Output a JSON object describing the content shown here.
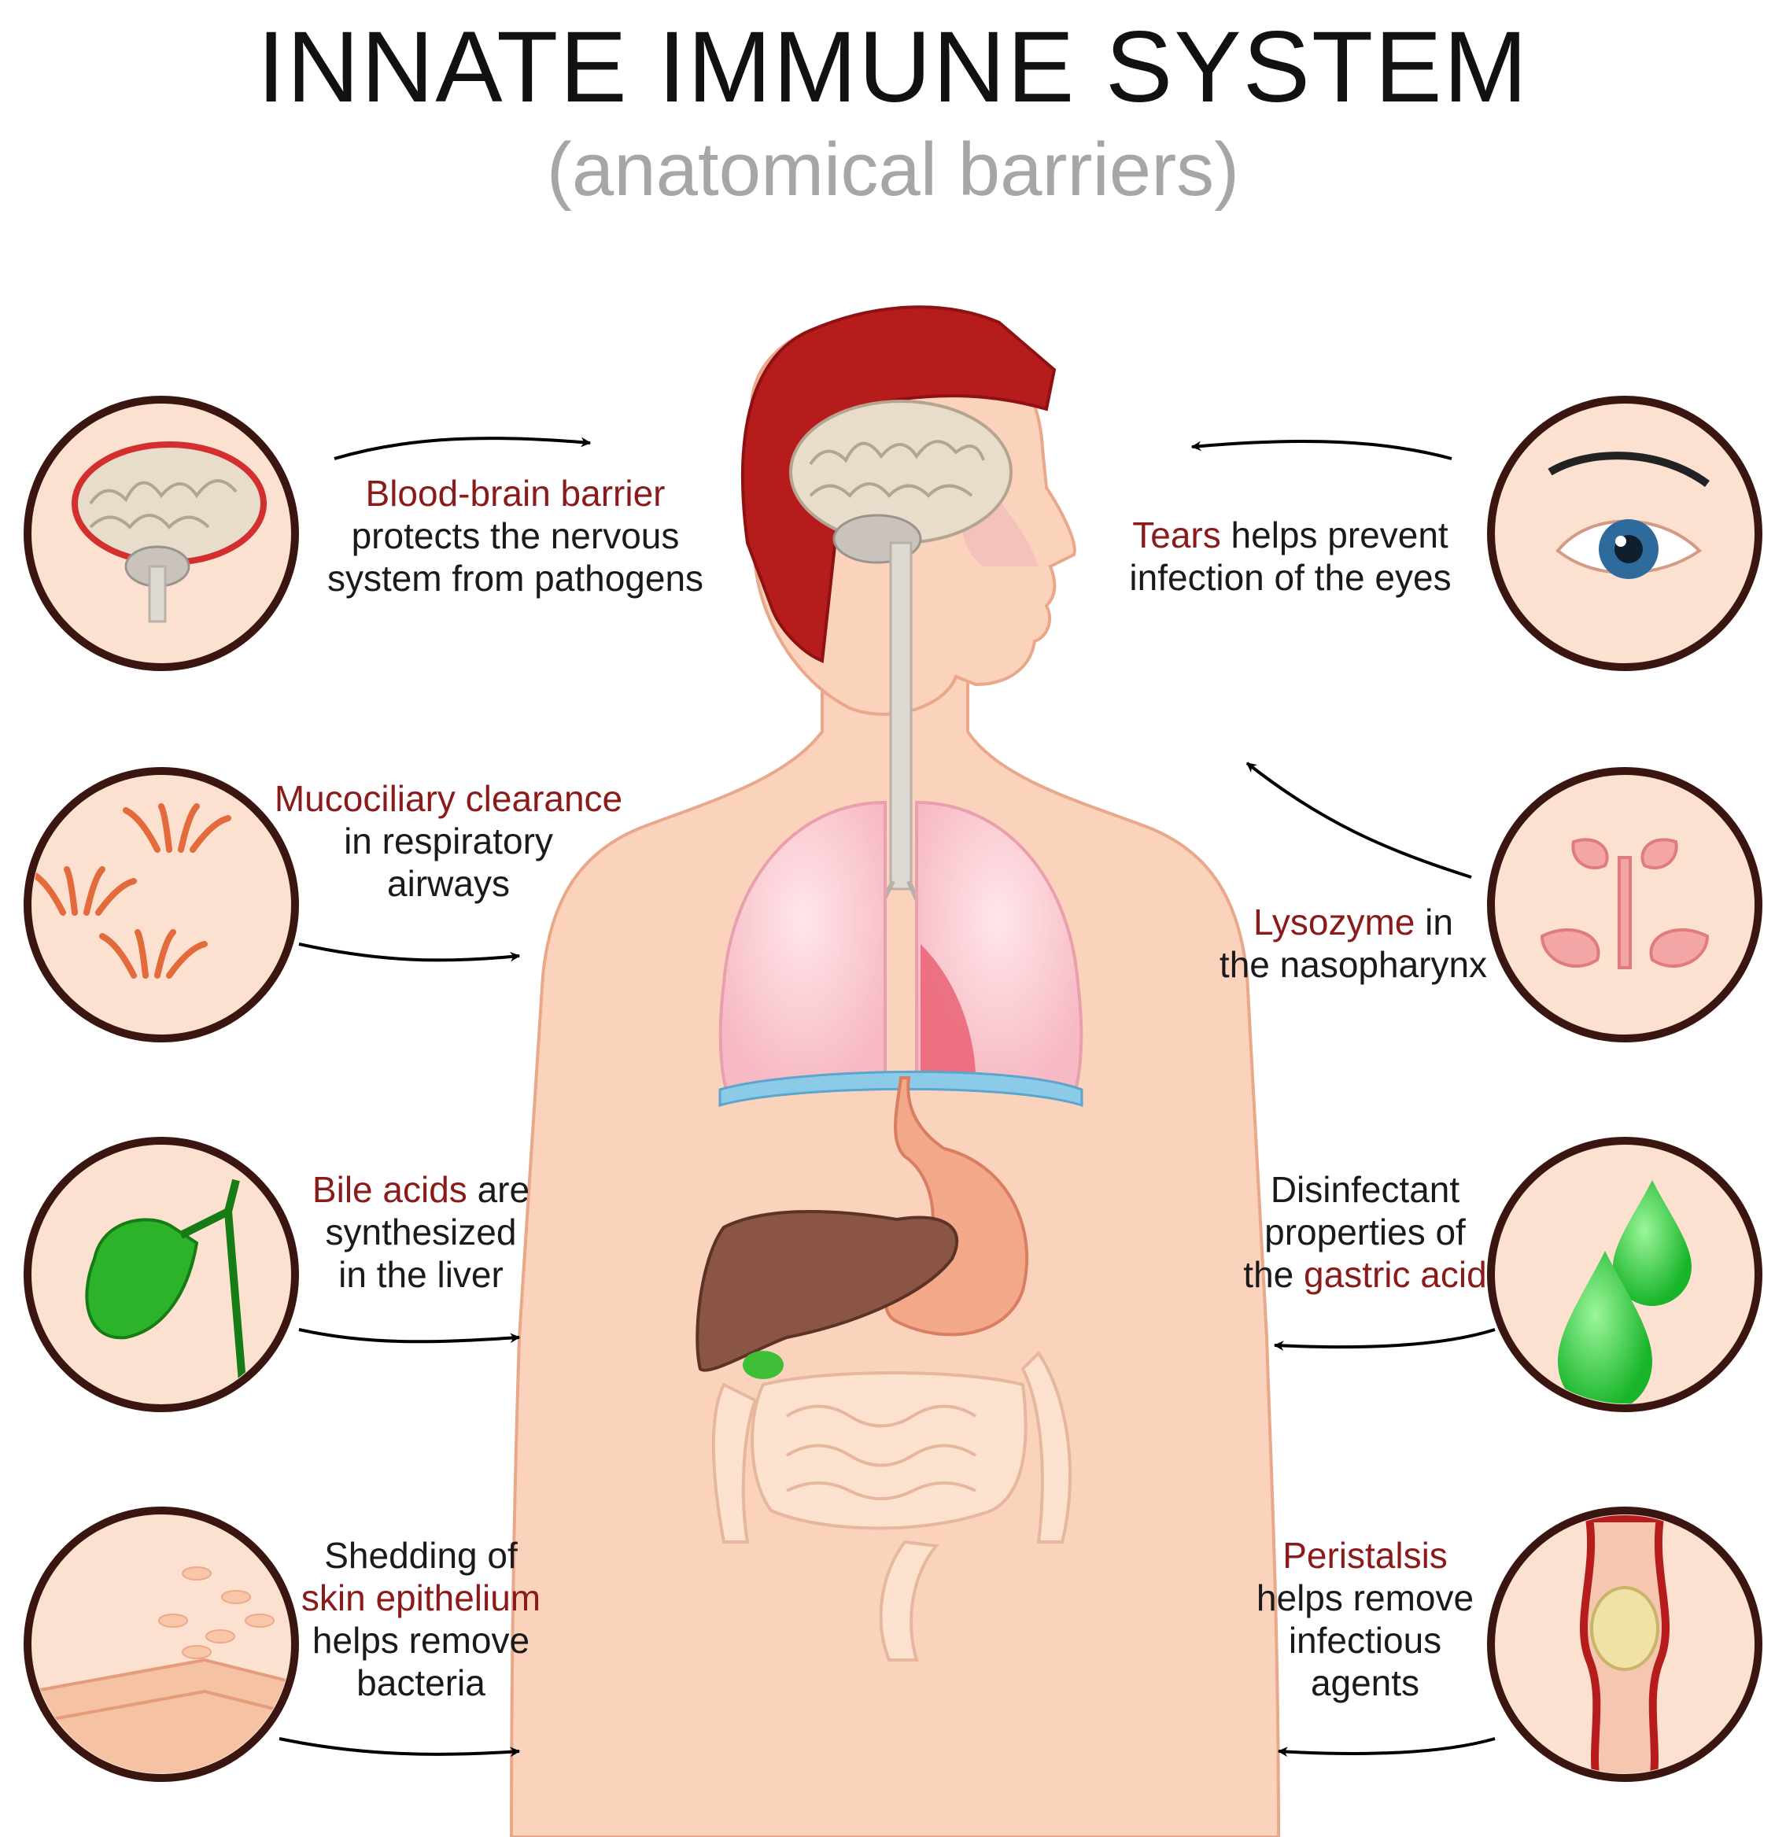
{
  "title": "INNATE IMMUNE SYSTEM",
  "subtitle": "(anatomical barriers)",
  "colors": {
    "highlight": "#8b1a1a",
    "skin": "#fbd3bd",
    "hair": "#b71c1c",
    "circle_border": "#3b1510",
    "circle_fill": "#fce1d0"
  },
  "barriers": {
    "bbb": {
      "icon": "brain-icon",
      "hl": "Blood-brain barrier",
      "l2": "protects  the nervous",
      "l3": "system from pathogens"
    },
    "tears": {
      "icon": "eye-icon",
      "hl": "Tears",
      "rest": " helps prevent",
      "l2": "infection of the eyes"
    },
    "mucus": {
      "icon": "cilia-icon",
      "hl": "Mucociliary clearance",
      "l2": "in respiratory",
      "l3": "airways"
    },
    "lyso": {
      "icon": "nasal-cavity-icon",
      "hl": "Lysozyme",
      "rest": " in",
      "l2": "the nasopharynx"
    },
    "bile": {
      "icon": "gallbladder-icon",
      "hl": "Bile acids",
      "rest": " are",
      "l2": "synthesized",
      "l3": "in the liver"
    },
    "gastric": {
      "icon": "acid-drops-icon",
      "l1": "Disinfectant",
      "l2": "properties of",
      "pre": "the ",
      "hl": "gastric acid"
    },
    "skin": {
      "icon": "skin-epithelium-icon",
      "l1": "Shedding of",
      "hl": "skin epithelium",
      "l3": "helps remove",
      "l4": "bacteria"
    },
    "peri": {
      "icon": "peristalsis-icon",
      "hl": "Peristalsis",
      "l2": "helps remove",
      "l3": "infectious",
      "l4": "agents"
    }
  }
}
